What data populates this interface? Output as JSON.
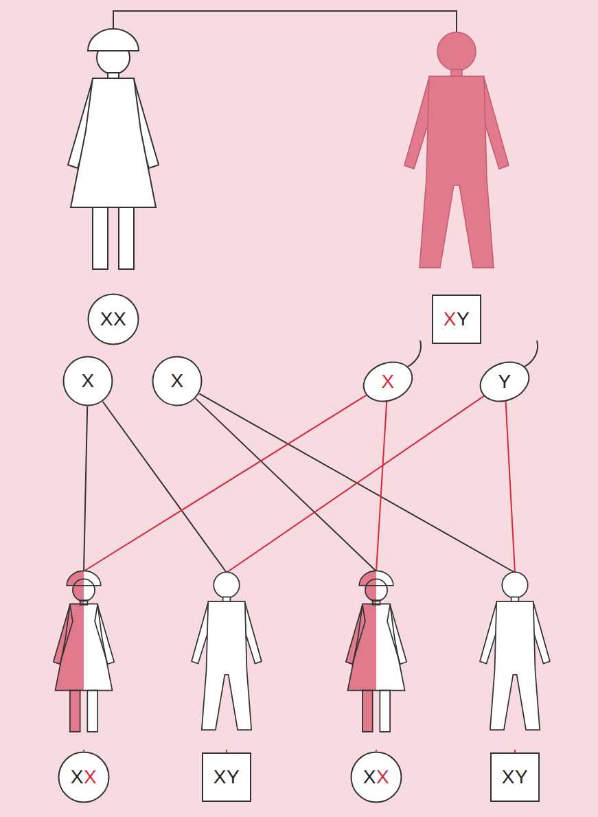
{
  "diagram": {
    "nodes": [
      {
        "text": [
          "XX"
        ]
      },
      {
        "text": [
          "XY"
        ]
      },
      {
        "text": [
          "X"
        ]
      },
      {
        "text": [
          "X"
        ]
      },
      {
        "text": [
          "X"
        ]
      },
      {
        "text": [
          "Y"
        ]
      },
      {
        "text": [
          "XX"
        ]
      },
      {
        "text": [
          "XY"
        ]
      },
      {
        "text": [
          "XX"
        ]
      },
      {
        "text": [
          "XY"
        ]
      }
    ],
    "edges": [
      {
        "from": 2,
        "to": 6,
        "arrow": "none"
      },
      {
        "from": 2,
        "to": 7,
        "arrow": "none"
      },
      {
        "from": 3,
        "to": 8,
        "arrow": "none"
      },
      {
        "from": 3,
        "to": 9,
        "arrow": "none"
      },
      {
        "from": 4,
        "to": 6,
        "arrow": "none"
      },
      {
        "from": 4,
        "to": 8,
        "arrow": "none"
      },
      {
        "from": 5,
        "to": 7,
        "arrow": "none"
      },
      {
        "from": 5,
        "to": 9,
        "arrow": "none"
      }
    ]
  }
}
